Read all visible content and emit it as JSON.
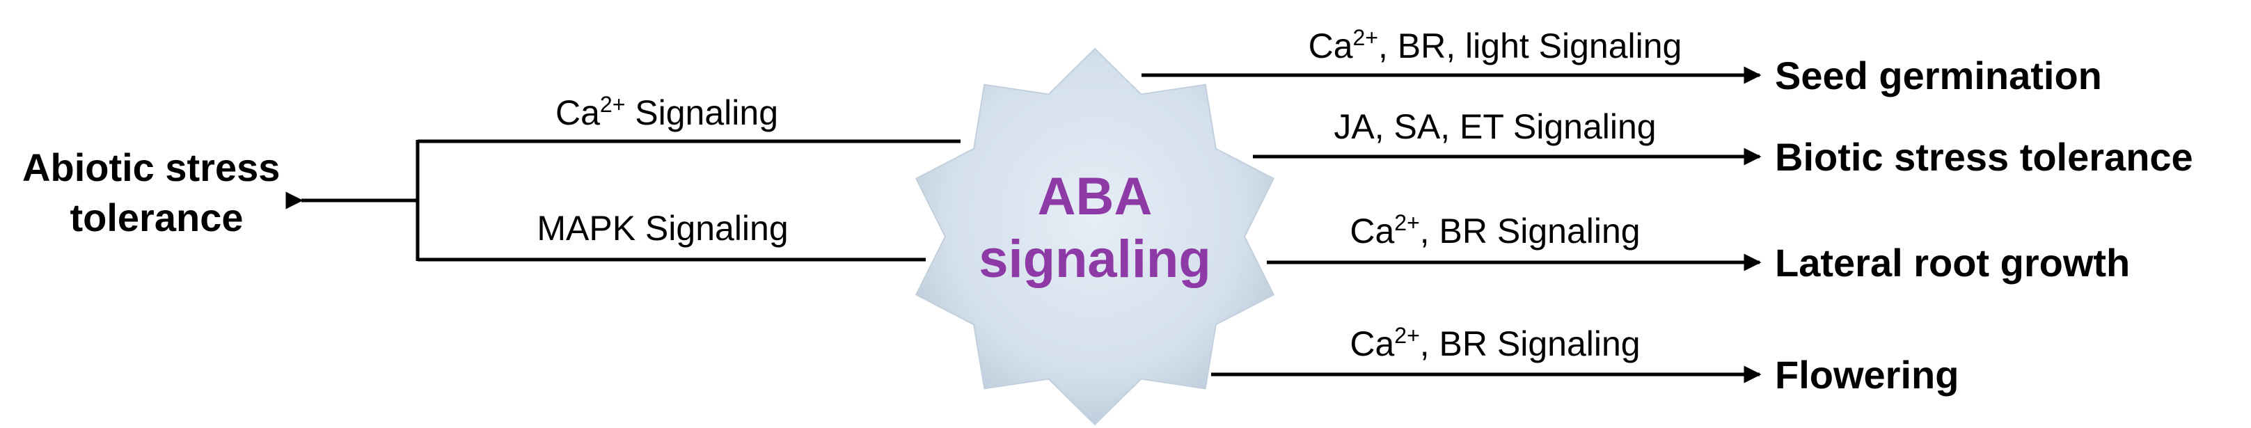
{
  "diagram": {
    "center": {
      "line1": "ABA",
      "line2": "signaling",
      "text_color": "#8e3aa6",
      "fill_color": "#d6e2ee"
    },
    "left_branch": {
      "output": {
        "line1": "Abiotic stress",
        "line2": "tolerance"
      },
      "upper": {
        "prefix": "Ca",
        "sup": "2+",
        "suffix": " Signaling"
      },
      "lower": {
        "text": "MAPK Signaling"
      }
    },
    "right_branches": [
      {
        "prefix": "Ca",
        "sup": "2+",
        "suffix": ", BR, light Signaling",
        "output": "Seed germination"
      },
      {
        "prefix": "",
        "sup": "",
        "suffix": "JA, SA, ET Signaling",
        "output": "Biotic stress tolerance"
      },
      {
        "prefix": "Ca",
        "sup": "2+",
        "suffix": ", BR Signaling",
        "output": "Lateral root growth"
      },
      {
        "prefix": "Ca",
        "sup": "2+",
        "suffix": ", BR Signaling",
        "output": "Flowering"
      }
    ]
  }
}
